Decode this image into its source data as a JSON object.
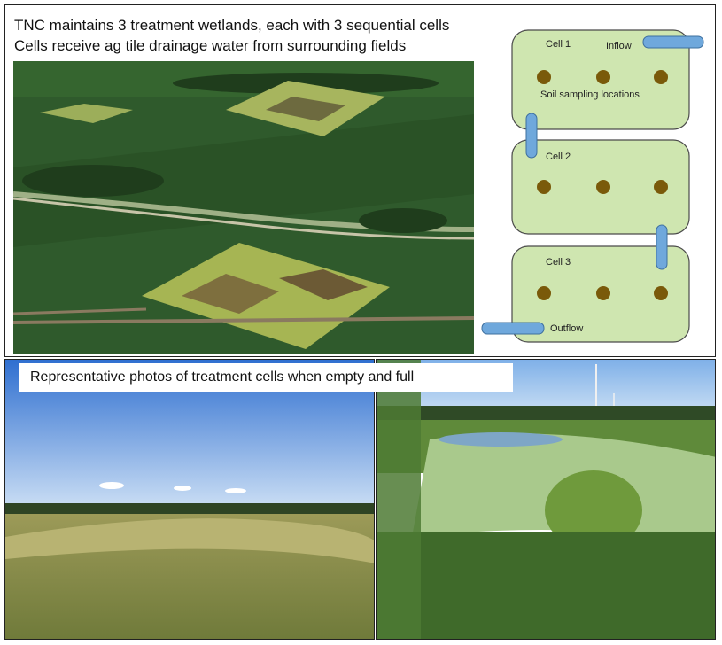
{
  "intro": {
    "line1": "TNC maintains 3 treatment wetlands, each with 3 sequential cells",
    "line2": "Cells receive ag tile drainage water from surrounding fields"
  },
  "schematic": {
    "cells": [
      {
        "label": "Cell 1"
      },
      {
        "label": "Cell 2"
      },
      {
        "label": "Cell 3"
      }
    ],
    "inflow_label": "Inflow",
    "outflow_label": "Outflow",
    "sampling_label": "Soil sampling locations",
    "colors": {
      "cell_fill": "#cfe6b0",
      "cell_stroke": "#4a4a4a",
      "pipe": "#6fa8dc",
      "dot": "#7a5a0a"
    }
  },
  "photos": {
    "caption": "Representative photos of treatment cells when empty and full"
  }
}
